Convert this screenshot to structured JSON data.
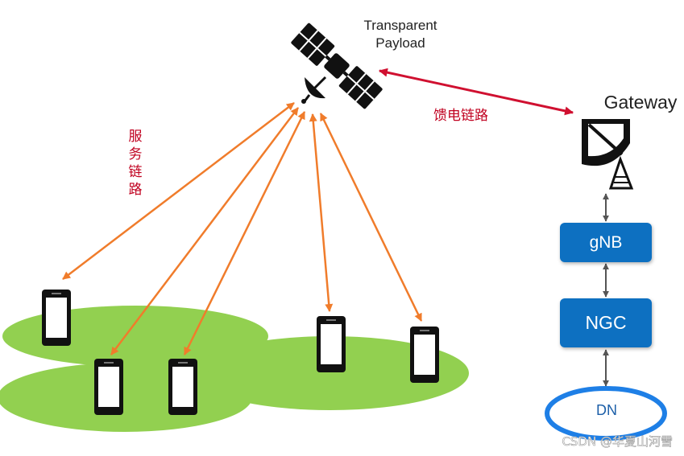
{
  "satellite": {
    "label_line1": "Transparent",
    "label_line2": "Payload"
  },
  "service_link": {
    "chars": [
      "服",
      "务",
      "链",
      "路"
    ]
  },
  "feeder_link": {
    "label": "馈电链路"
  },
  "gateway": {
    "label": "Gateway"
  },
  "core_chain": {
    "gnb": "gNB",
    "ngc": "NGC",
    "dn": "DN"
  },
  "watermark": "CSDN @华夏山河雪",
  "colors": {
    "service_link": "#f07c2b",
    "feeder_link": "#d01030",
    "box_fill": "#0f6fc1",
    "dn_ellipse": "#1e7fe6",
    "cell_green": "#92d050",
    "label_red": "#c0001f"
  }
}
